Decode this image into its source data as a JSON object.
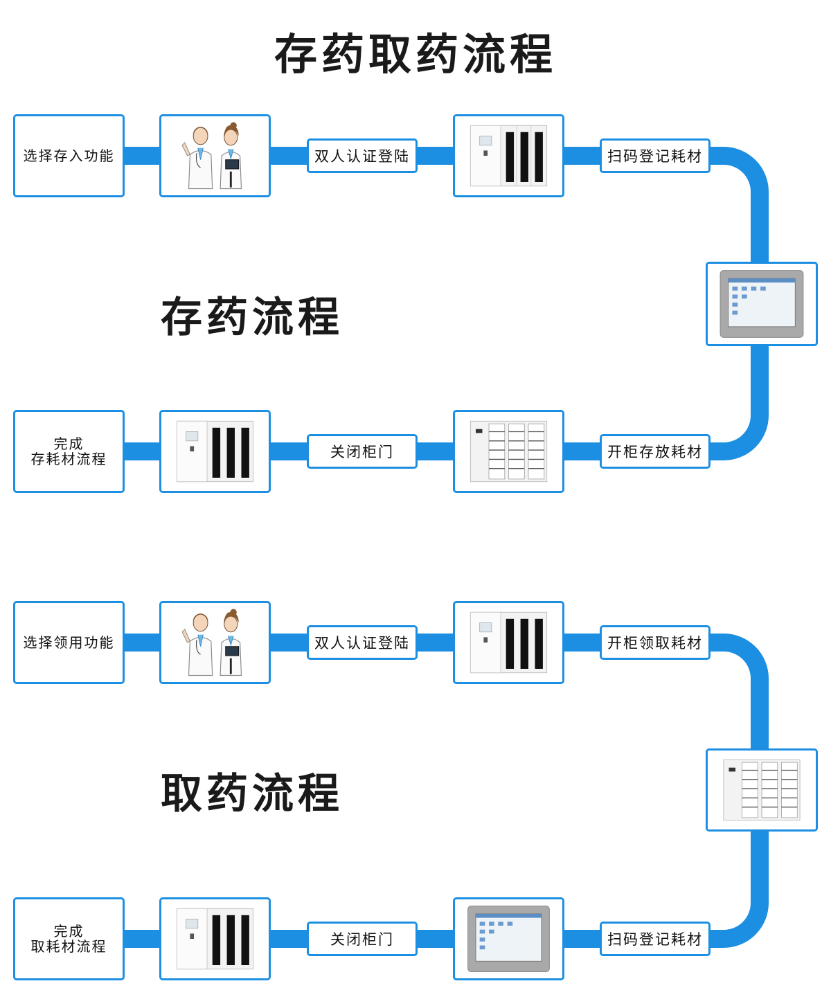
{
  "title": "存药取药流程",
  "colors": {
    "connector": "#1c8fe2",
    "border": "#1c8fe2",
    "text": "#111111"
  },
  "store": {
    "title": "存药流程",
    "start": "选择存入功能",
    "auth": "双人认证登陆",
    "scan": "扫码登记耗材",
    "open": "开柜存放耗材",
    "close": "关闭柜门",
    "end_line1": "完成",
    "end_line2": "存耗材流程"
  },
  "retrieve": {
    "title": "取药流程",
    "start": "选择领用功能",
    "auth": "双人认证登陆",
    "open": "开柜领取耗材",
    "scan": "扫码登记耗材",
    "close": "关闭柜门",
    "end_line1": "完成",
    "end_line2": "取耗材流程"
  },
  "images": {
    "doctors": "doctors-illustration",
    "cabinet_closed": "cabinet-closed-photo",
    "cabinet_open": "cabinet-open-photo",
    "touch_screen": "touch-screen-photo"
  }
}
